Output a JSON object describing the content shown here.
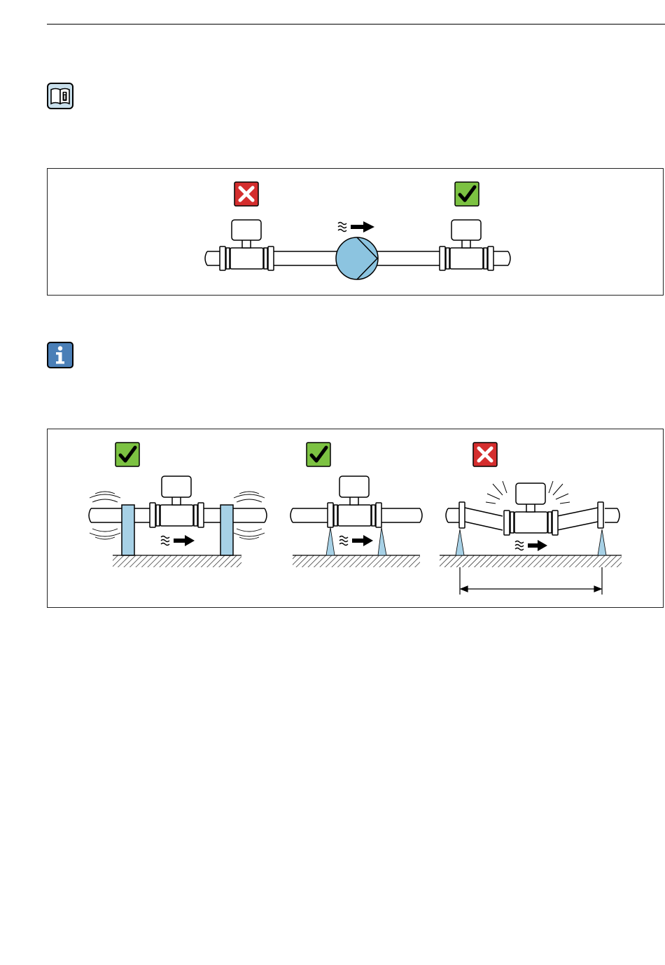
{
  "page": {
    "background": "#ffffff",
    "text_color": "#000000"
  },
  "icons": {
    "reference_manual": "book-info-icon",
    "note": "info-icon",
    "not_permitted": "red-cross-icon",
    "permitted": "green-check-icon"
  },
  "colors": {
    "cross": "#d42e2e",
    "check": "#7cc242",
    "info_blue": "#4a7fb7",
    "book_fill": "#c9dfeb",
    "pump": "#8cc4e0",
    "support": "#a7d1e6",
    "line": "#000000"
  },
  "figures": [
    {
      "id": "pump-placement",
      "panels": [
        {
          "status": "not_permitted",
          "symbol": "red-cross-icon"
        },
        {
          "status": "permitted",
          "symbol": "green-check-icon"
        }
      ],
      "elements": [
        "pipe",
        "measuring-device",
        "pump",
        "flow-direction-arrow"
      ]
    },
    {
      "id": "vibration-support",
      "panels": [
        {
          "status": "permitted",
          "symbol": "green-check-icon"
        },
        {
          "status": "permitted",
          "symbol": "green-check-icon"
        },
        {
          "status": "not_permitted",
          "symbol": "red-cross-icon"
        }
      ],
      "elements": [
        "pipe",
        "measuring-device",
        "support",
        "ground",
        "flow-direction-arrow",
        "distance-dimension"
      ]
    }
  ]
}
